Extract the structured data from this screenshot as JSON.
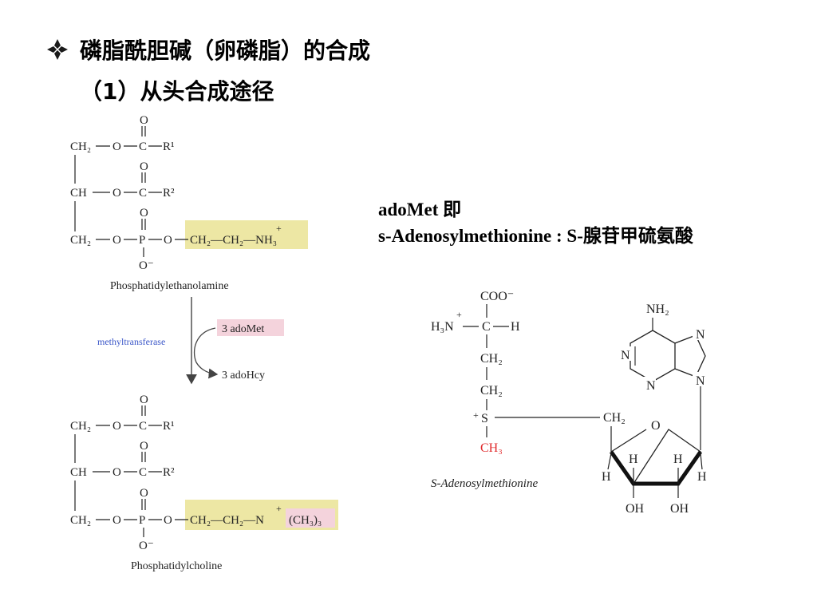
{
  "slide": {
    "title": "磷脂酰胆碱（卵磷脂）的合成",
    "subtitle": "（1）从头合成途径",
    "note": {
      "line1": "adoMet 即",
      "line2": "s-Adenosylmethionine : S-腺苷甲硫氨酸"
    }
  },
  "pathway": {
    "substrate_name": "Phosphatidylethanolamine",
    "product_name": "Phosphatidylcholine",
    "enzyme": "methyltransferase",
    "cosubstrate": "3 adoMet",
    "coproduct": "3 adoHcy",
    "labels": {
      "ch2": "CH₂",
      "ch": "CH",
      "o": "O",
      "c": "C",
      "p": "P",
      "o_minus": "O⁻",
      "r1": "R¹",
      "r2": "R²",
      "dash": "—",
      "head_pe": "CH₂—CH₂—NH₃",
      "head_pc_a": "CH₂—CH₂—N",
      "head_pc_b": "(CH₃)₃",
      "plus": "+"
    }
  },
  "sam": {
    "name": "S-Adenosylmethionine",
    "labels": {
      "coo": "COO⁻",
      "h3n": "H₃N",
      "plus": "+",
      "c": "C",
      "h": "H",
      "ch2": "CH₂",
      "s": "S",
      "ch3": "CH₃",
      "nh2": "NH₂",
      "n": "N",
      "o": "O",
      "oh": "OH"
    }
  },
  "colors": {
    "highlight": "#ede7a4",
    "pink_box": "#f4d3dc",
    "enzyme_text": "#3a56c8",
    "methyl_red": "#e0292b",
    "bullet": "#1a1a1a"
  }
}
